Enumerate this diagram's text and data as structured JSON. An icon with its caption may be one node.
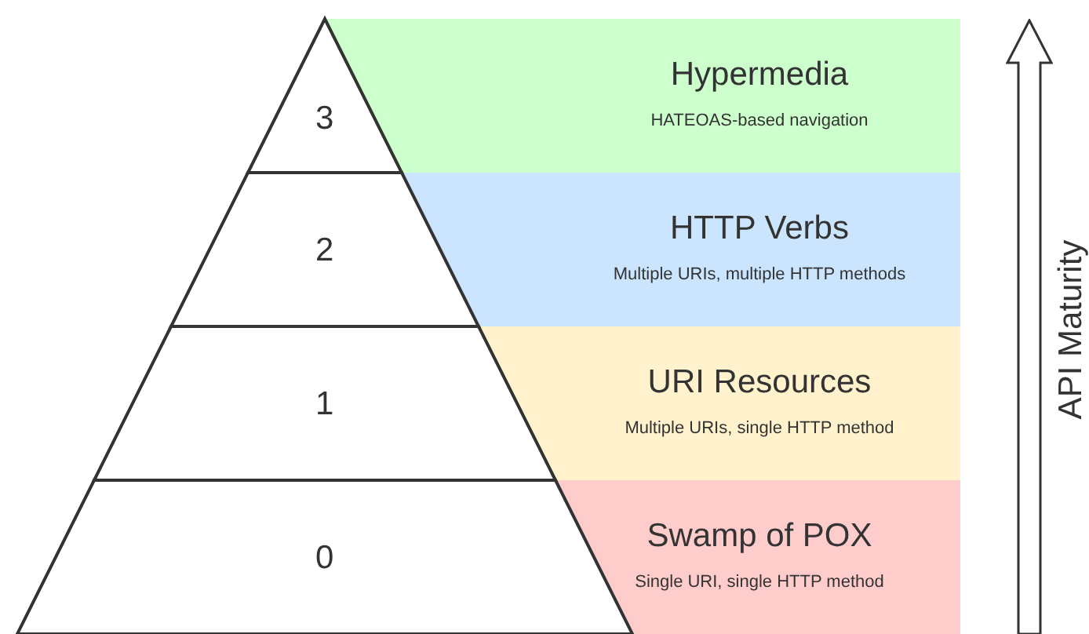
{
  "diagram": {
    "nodes": [
      {
        "text": [
          "3"
        ]
      },
      {
        "text": [
          "Hypermedia",
          "HATEOAS-based navigation"
        ]
      },
      {
        "text": [
          "2"
        ]
      },
      {
        "text": [
          "HTTP Verbs",
          "Multiple URIs, multiple HTTP methods"
        ]
      },
      {
        "text": [
          "1"
        ]
      },
      {
        "text": [
          "URI Resources",
          "Multiple URIs, single HTTP method"
        ]
      },
      {
        "text": [
          "0"
        ]
      },
      {
        "text": [
          "Swamp of POX",
          "Single URI, single HTTP method"
        ]
      }
    ],
    "edges": [],
    "labels": [
      "API Maturity"
    ]
  }
}
